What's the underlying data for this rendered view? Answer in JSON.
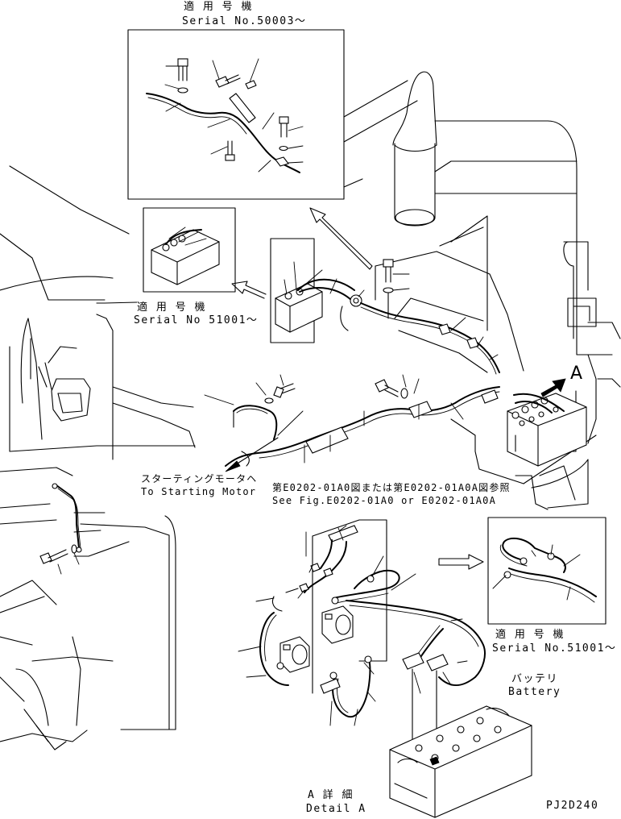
{
  "inset_top": {
    "applicable_label": "適 用 号 機",
    "serial_label": "Serial No.50003～"
  },
  "inset_left": {
    "applicable_label": "適 用 号 機",
    "serial_label": "Serial No 51001～"
  },
  "inset_right": {
    "applicable_label": "適 用 号 機",
    "serial_label": "Serial No.51001～"
  },
  "starting_motor": {
    "label_jp": "スターティングモータヘ",
    "label_en": "To Starting Motor"
  },
  "reference": {
    "label_jp": "第E0202-01A0図または第E0202-01A0A図参照",
    "label_en": "See Fig.E0202-01A0 or E0202-01A0A"
  },
  "battery": {
    "label_jp": "バッテリ",
    "label_en": "Battery"
  },
  "detail": {
    "marker": "A",
    "label_jp": "A 詳 細",
    "label_en": "Detail A"
  },
  "drawing_code": "PJ2D240"
}
